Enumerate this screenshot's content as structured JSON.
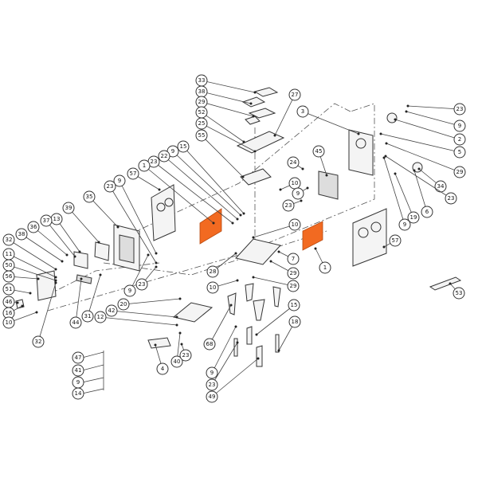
{
  "title": "Stove exploded parts diagram",
  "highlight_color": "#f26a21",
  "callouts": [
    "33",
    "38",
    "29",
    "52",
    "25",
    "55",
    "27",
    "3",
    "23",
    "9",
    "2",
    "5",
    "29",
    "45",
    "24",
    "10",
    "9",
    "23",
    "34",
    "23",
    "6",
    "19",
    "9",
    "15",
    "9",
    "22",
    "23",
    "1",
    "57",
    "9",
    "23",
    "35",
    "39",
    "13",
    "37",
    "36",
    "38",
    "32",
    "11",
    "50",
    "56",
    "51",
    "46",
    "16",
    "10",
    "32",
    "44",
    "31",
    "9",
    "23",
    "20",
    "42",
    "12",
    "4",
    "40",
    "23",
    "10",
    "7",
    "1",
    "28",
    "10",
    "29",
    "29",
    "68",
    "15",
    "18",
    "9",
    "23",
    "49",
    "47",
    "41",
    "9",
    "14",
    "57",
    "53"
  ]
}
